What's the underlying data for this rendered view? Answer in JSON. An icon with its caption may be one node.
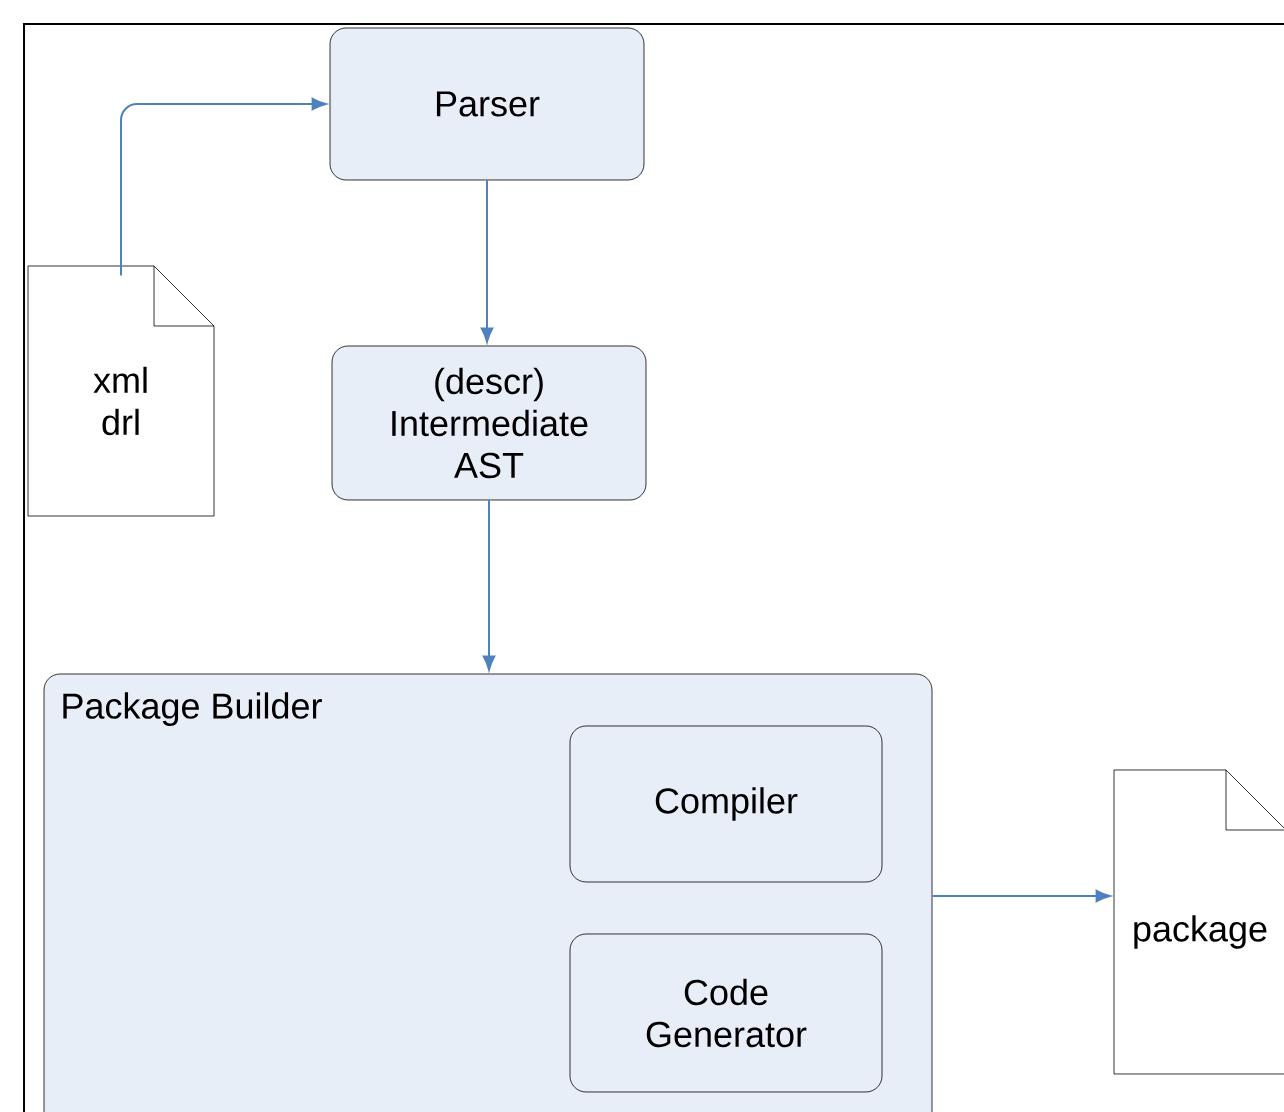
{
  "diagram": {
    "nodes": [
      {
        "text": [
          "Parser"
        ]
      },
      {
        "text": [
          "xml drl"
        ]
      },
      {
        "text": [
          "(descr) Intermediate AST"
        ]
      },
      {
        "text": [
          "Package Builder"
        ]
      },
      {
        "text": [
          "Compiler"
        ],
        "in": 3
      },
      {
        "text": [
          "Code Generator"
        ],
        "in": 3
      },
      {
        "text": [
          "package"
        ]
      }
    ],
    "edges": [
      {
        "from": 1,
        "to": 0,
        "arrow": "to"
      },
      {
        "from": 0,
        "to": 2,
        "arrow": "to"
      },
      {
        "from": 2,
        "to": 3,
        "arrow": "to"
      },
      {
        "from": 3,
        "to": 6,
        "arrow": "to"
      }
    ]
  }
}
